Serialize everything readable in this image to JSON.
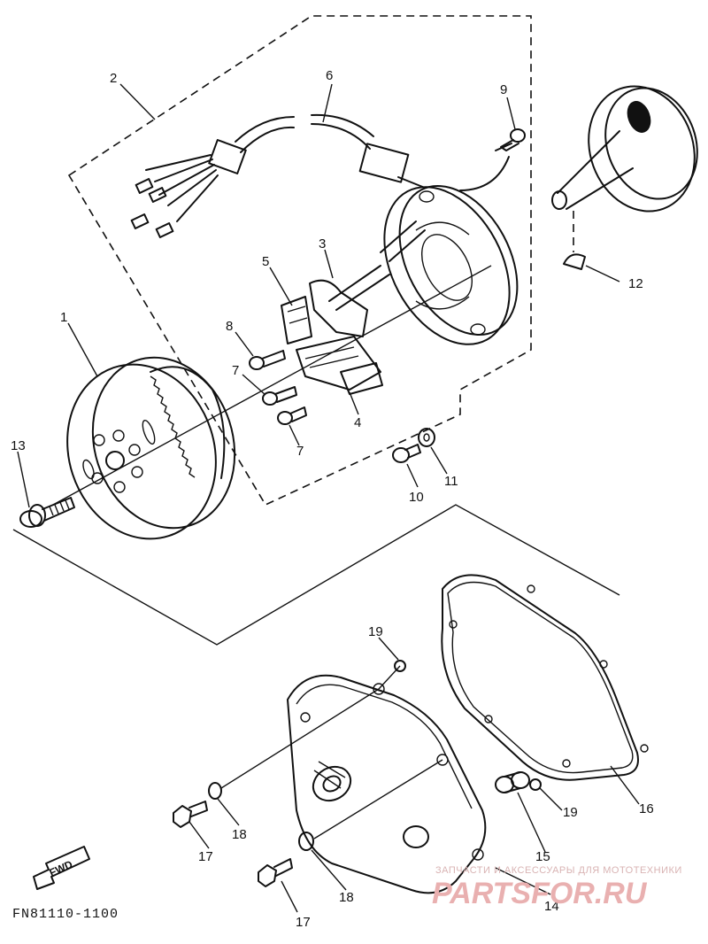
{
  "diagram": {
    "code": "FN81110-1100",
    "fwd_label": "FWD",
    "watermark": {
      "top": "ЗАПЧАСТИ И АКСЕССУАРЫ ДЛЯ МОТОТЕХНИКИ",
      "brand": "PARTSFOR.RU"
    },
    "callouts": [
      "1",
      "2",
      "3",
      "4",
      "5",
      "6",
      "7",
      "7",
      "7",
      "8",
      "9",
      "10",
      "11",
      "12",
      "13",
      "14",
      "15",
      "16",
      "17",
      "17",
      "18",
      "18",
      "19",
      "19"
    ]
  }
}
